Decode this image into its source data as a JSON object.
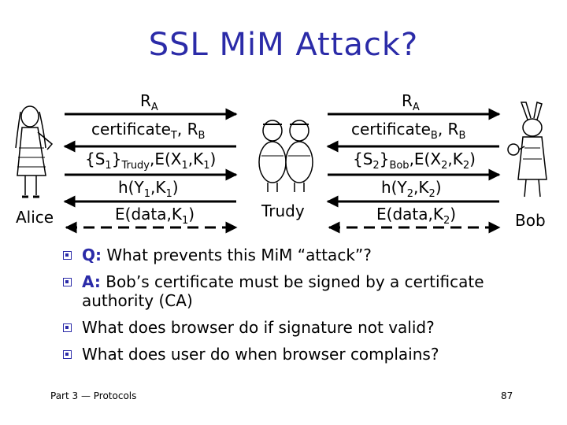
{
  "title": "SSL MiM Attack?",
  "participants": {
    "alice": "Alice",
    "trudy": "Trudy",
    "bob": "Bob"
  },
  "left_messages": {
    "m1": {
      "a": "R",
      "a_sub": "A"
    },
    "m2": {
      "a": "certificate",
      "a_sub": "T",
      "b": ", R",
      "b_sub": "B"
    },
    "m3": {
      "a": "{S",
      "a_sub": "1",
      "b": "}",
      "b_sub": "Trudy",
      "c": ",E(X",
      "c_sub": "1",
      "d": ",K",
      "d_sub": "1",
      "e": ")"
    },
    "m4": {
      "a": "h(Y",
      "a_sub": "1",
      "b": ",K",
      "b_sub": "1",
      "c": ")"
    },
    "m5": {
      "a": "E(data,K",
      "a_sub": "1",
      "b": ")"
    }
  },
  "right_messages": {
    "m1": {
      "a": "R",
      "a_sub": "A"
    },
    "m2": {
      "a": "certificate",
      "a_sub": "B",
      "b": ", R",
      "b_sub": "B"
    },
    "m3": {
      "a": "{S",
      "a_sub": "2",
      "b": "}",
      "b_sub": "Bob",
      "c": ",E(X",
      "c_sub": "2",
      "d": ",K",
      "d_sub": "2",
      "e": ")"
    },
    "m4": {
      "a": "h(Y",
      "a_sub": "2",
      "b": ",K",
      "b_sub": "2",
      "c": ")"
    },
    "m5": {
      "a": "E(data,K",
      "a_sub": "2",
      "b": ")"
    }
  },
  "bullets": [
    {
      "tag": "Q:",
      "text": " What prevents this MiM “attack”?"
    },
    {
      "tag": "A:",
      "text": " Bob’s certificate must be signed by a certificate authority (CA)"
    },
    {
      "tag": "",
      "text": "What does browser do if signature not valid?"
    },
    {
      "tag": "",
      "text": "What does user do when browser complains?"
    }
  ],
  "footer": "Part 3 — Protocols",
  "page_number": "87",
  "colors": {
    "title": "#2b2ba8",
    "bullet": "#2b2ba8",
    "arrow": "#000000"
  }
}
